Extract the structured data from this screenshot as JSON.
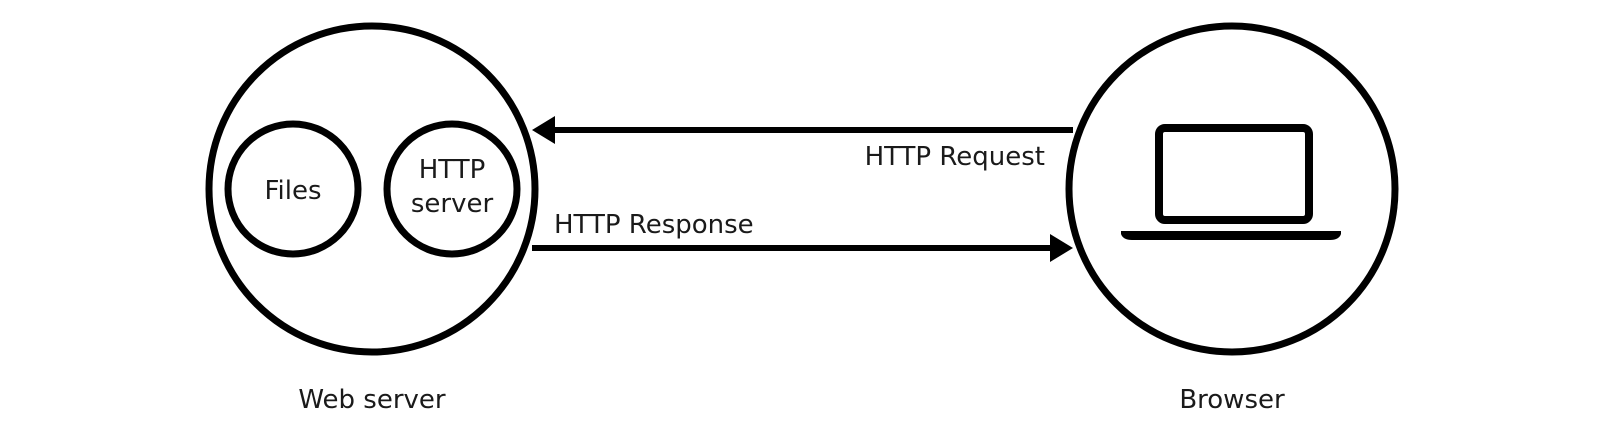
{
  "web_server": {
    "label": "Web server",
    "components": {
      "files": "Files",
      "http_server_line1": "HTTP",
      "http_server_line2": "server"
    }
  },
  "browser": {
    "label": "Browser",
    "icon": "laptop-icon"
  },
  "arrows": {
    "request": "HTTP Request",
    "response": "HTTP Response"
  }
}
